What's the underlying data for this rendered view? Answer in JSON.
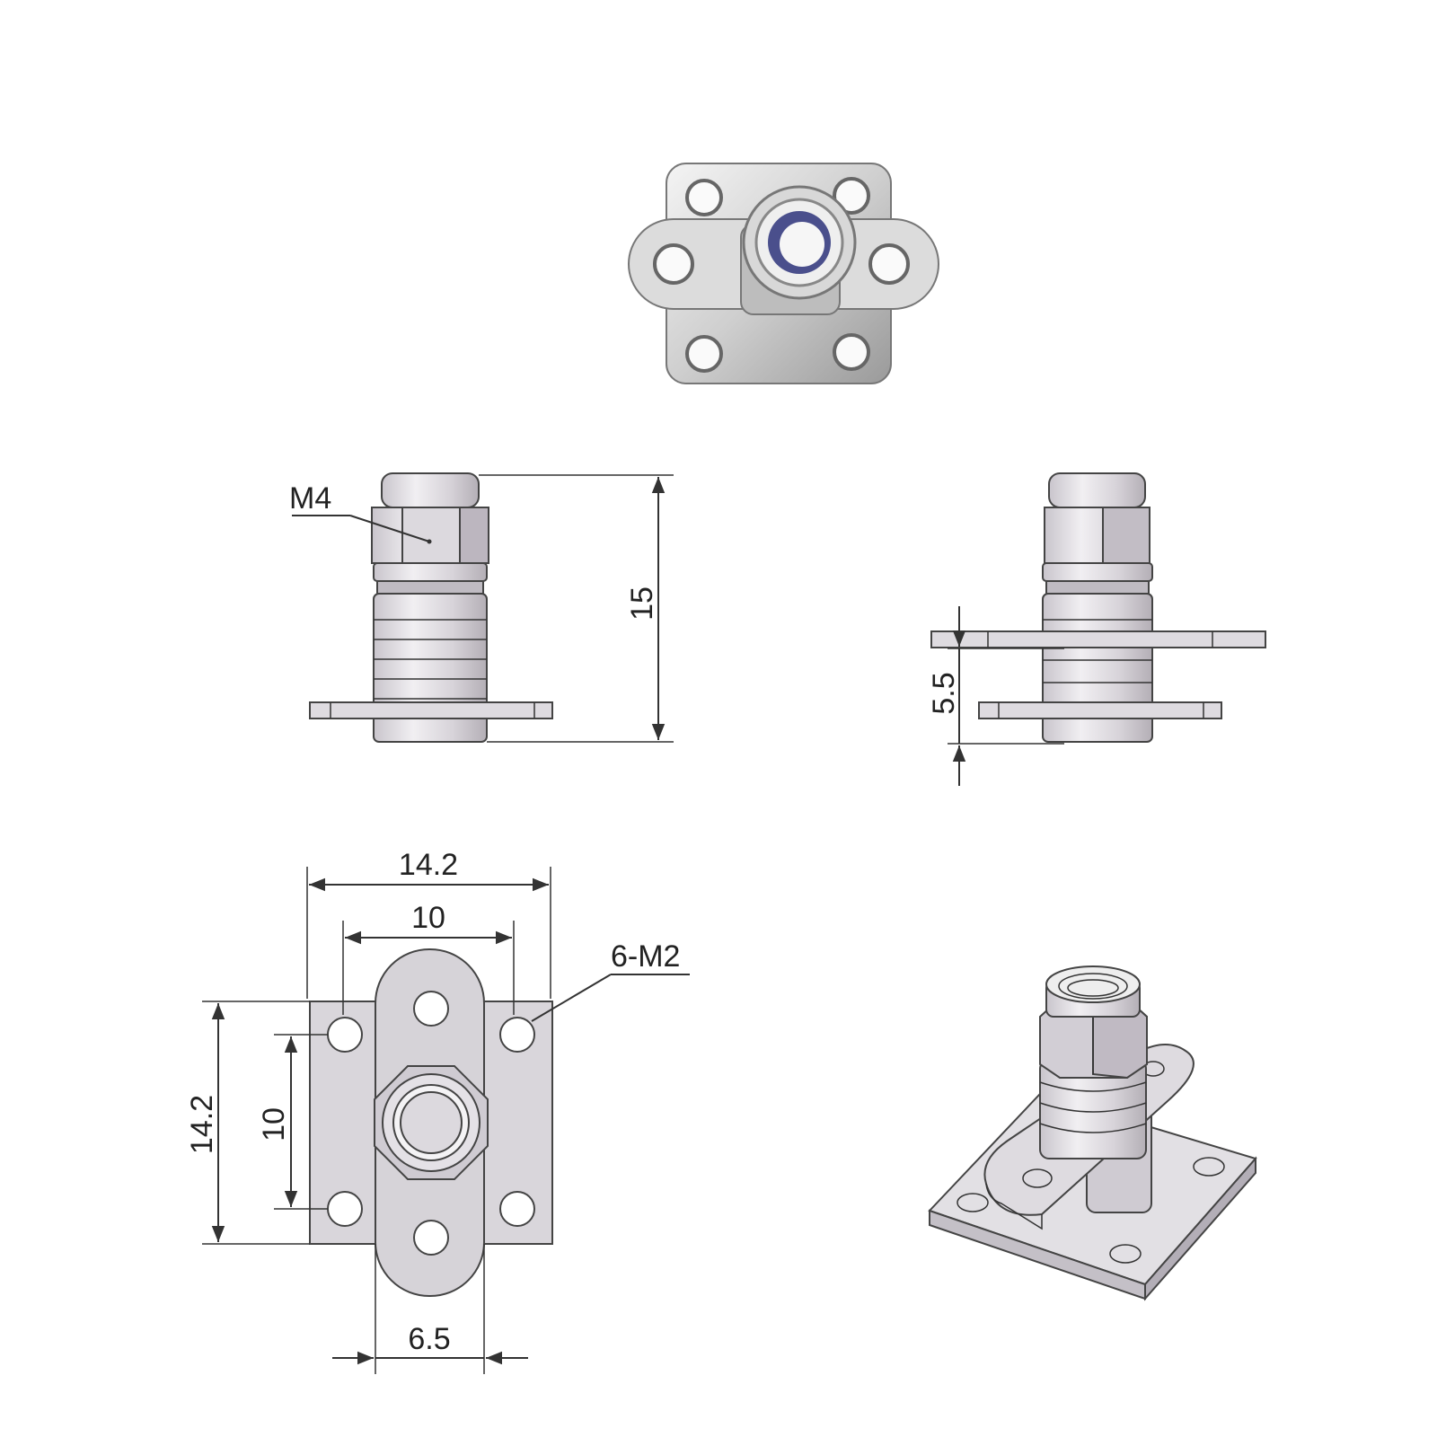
{
  "labels": {
    "thread": "M4",
    "height": "15",
    "panel_gap": "5.5",
    "flange_width": "14.2",
    "hole_spacing_h": "10",
    "holes": "6-M2",
    "flange_height": "14.2",
    "hole_spacing_v": "10",
    "tab_width": "6.5"
  },
  "colors": {
    "part_fill": "#d9d6db",
    "part_dark": "#b9b4bb",
    "metal_light": "#eeeeee",
    "metal_mid": "#c7c7c7",
    "metal_dark": "#8d8d8d",
    "insulator": "#4a4f8c",
    "line": "#333333"
  },
  "icons": {
    "photo": "connector-photo-icon",
    "iso": "connector-isometric-icon"
  }
}
